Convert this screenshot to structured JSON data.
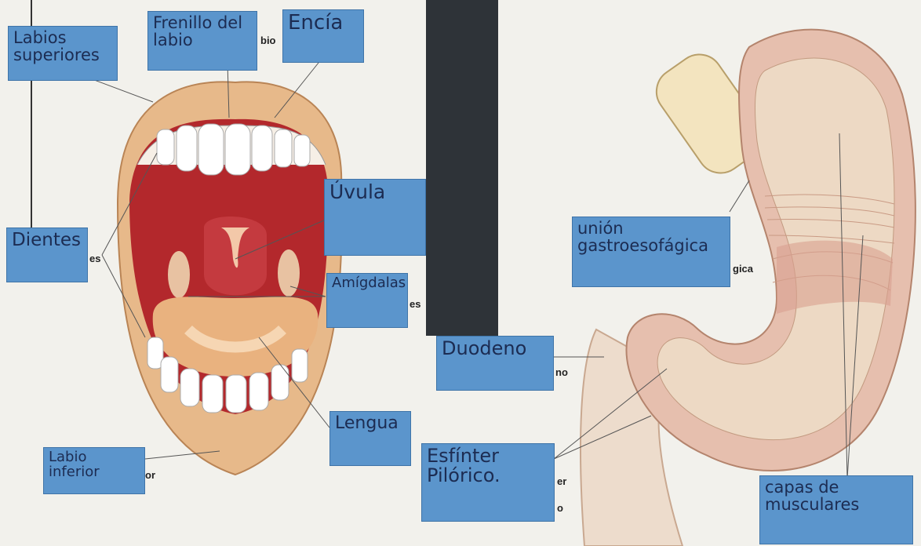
{
  "colors": {
    "label_fill": "#5b95cc",
    "label_text": "#1c2c52",
    "divider": "#2e3338",
    "lip": "#e7b98a",
    "mouth_cavity": "#b3282c",
    "tongue": "#e9b27f",
    "stomach_outer": "#e6bfae",
    "stomach_inner": "#edd9c4"
  },
  "labels": {
    "labios_superiores": "Labios superiores",
    "frenillo": "Frenillo del labio",
    "encia": "Encía",
    "dientes": "Dientes",
    "uvula": "Úvula",
    "amigdalas": "Amígdalas",
    "lengua": "Lengua",
    "labio_inferior": "Labio inferior",
    "duodeno": "Duodeno",
    "esfinter": "Esfínter Pilórico.",
    "union": "unión gastroesofágica",
    "capas": "capas de musculares"
  },
  "fragments": {
    "frenillo_tail": "bio",
    "dientes_tail": "es",
    "amigdalas_tail": "es",
    "labio_tail": "or",
    "duodeno_tail": "no",
    "esfinter_tail_1": "er",
    "esfinter_tail_2": "o",
    "union_tail": "gica"
  }
}
